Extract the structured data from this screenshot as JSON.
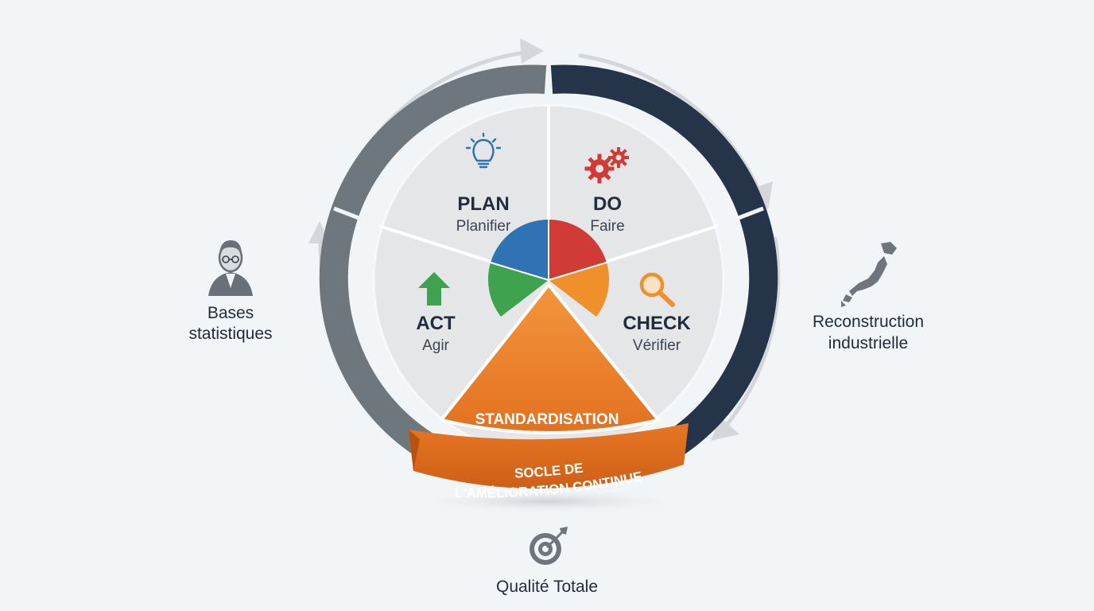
{
  "cycle": {
    "plan": {
      "title": "PLAN",
      "subtitle": "Planifier",
      "icon": "lightbulb-icon"
    },
    "do": {
      "title": "DO",
      "subtitle": "Faire",
      "icon": "gears-icon"
    },
    "check": {
      "title": "CHECK",
      "subtitle": "Vérifier",
      "icon": "magnifier-icon"
    },
    "act": {
      "title": "ACT",
      "subtitle": "Agir",
      "icon": "arrow-up-icon"
    }
  },
  "wedge": {
    "label": "STANDARDISATION",
    "banner_line1": "SOCLE DE",
    "banner_line2": "L'AMÉLIORATION CONTINUE"
  },
  "side_left": {
    "line1": "Bases",
    "line2": "statistiques",
    "icon": "portrait-icon"
  },
  "side_right": {
    "line1": "Reconstruction",
    "line2": "industrielle",
    "icon": "japan-map-icon"
  },
  "bottom": {
    "label": "Qualité Totale",
    "icon": "target-icon"
  },
  "colors": {
    "plan_blue": "#2f73b5",
    "do_red": "#d13b35",
    "check_orange": "#f0902a",
    "act_green": "#3ea24f",
    "wedge_orange": "#e9782a",
    "ring_gray": "#6e767e",
    "ring_navy": "#26344a",
    "segment_fill": "#e4e6e8",
    "text_dark": "#222c3a"
  }
}
